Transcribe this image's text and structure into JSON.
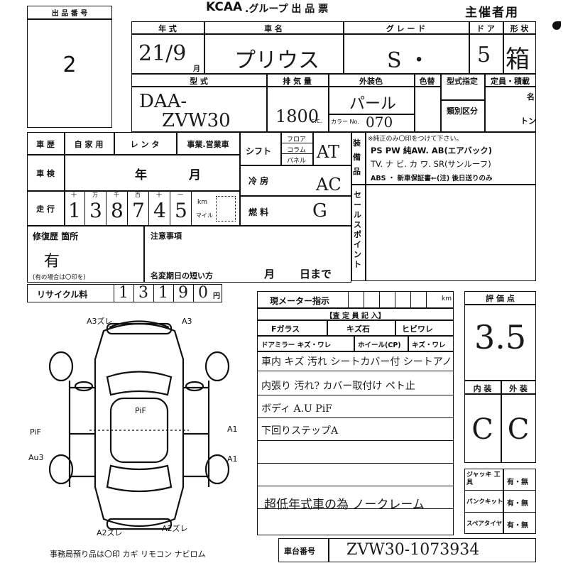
{
  "header": {
    "logo": "KCAA",
    "title": ".グループ 出 品 票",
    "host": "主催者用"
  },
  "lot": {
    "label": "出 品 番 号",
    "number": "2"
  },
  "columns": {
    "year": "年 式",
    "car_name": "車 名",
    "grade": "グ レ ー ド",
    "doors": "ド ア",
    "shape": "形 状"
  },
  "vehicle": {
    "year_value": "21/9",
    "year_suffix": "月",
    "car_name_value": "プリウス",
    "grade_value": "S ・",
    "doors_value": "5",
    "shape_value": "箱"
  },
  "row2": {
    "model_label": "型 式",
    "model_value_1": "DAA-",
    "model_value_2": "ZVW30",
    "displacement_label": "排 気 量",
    "displacement_value": "1800",
    "displacement_unit": "c.c.",
    "color_label": "外装色",
    "color_value": "パール",
    "colorno_label": "色替",
    "color_code_label": "カラー No.",
    "color_code_value": "070",
    "type_designation": "型式指定",
    "category": "類別区分",
    "capacity_label": "定員・積載",
    "capacity_unit1": "名",
    "capacity_unit2": "トン"
  },
  "history": {
    "label": "車 歴",
    "option1": "自 家 用",
    "option2": "レ ン タ",
    "option3": "事業.営業車",
    "inspection_label": "車 検",
    "inspection_year": "年",
    "inspection_month": "月",
    "mileage_label": "走 行",
    "digit_labels": [
      "十",
      "万",
      "千",
      "百",
      "十",
      "一"
    ],
    "digits": [
      "1",
      "3",
      "8",
      "7",
      "4",
      "5"
    ],
    "unit_km": "km",
    "unit_mile": "マイル"
  },
  "shift": {
    "label": "シフト",
    "floor": "フロア",
    "column": "コラム",
    "panel": "パネル",
    "value": "AT"
  },
  "aircon": {
    "label": "冷 房",
    "value": "AC"
  },
  "fuel": {
    "label": "燃 料",
    "value": "G"
  },
  "equipment": {
    "side_label": "装 備 品",
    "note": "※純正のみ〇印をつけて下さい。",
    "line1": "PS PW 純AW. AB(エアバック)",
    "line2": "TV. ナ ビ. カ ワ. SR(サンルーフ)",
    "line3": "ABS ・ 新車保証書←(注) 後日送りのみ"
  },
  "sales_point": {
    "label": "セールスポイント"
  },
  "repair": {
    "label": "修復歴 箇所",
    "value": "有",
    "note": "(有の場合は〇印を)"
  },
  "notes": {
    "label": "注意事項",
    "transfer": "名変期日の短い方",
    "month": "月",
    "day": "日まで"
  },
  "recycle": {
    "label": "リサイクル料",
    "digits": [
      "1",
      "3",
      "1",
      "9",
      "0"
    ],
    "unit": "円"
  },
  "meter": {
    "label": "現メーター指示",
    "unit": "km"
  },
  "inspection_notes": {
    "header": "【査 定 員 記 入】",
    "glass": "Fガラス",
    "chip": "キズ石",
    "crack": "ヒビワレ",
    "door_mirror": "ドアミラー キズ・ワレ",
    "wheel": "ホイール(CP)",
    "wheel_damage": "キズ・ワレ",
    "lines": [
      "車内 キズ 汚れ シートカバー付 シートアノ",
      "内張り 汚れ? カバー取付け ペト止",
      "ボディ A.U PiF",
      "下回りステップA"
    ],
    "footer": "超低年式車の為 ノークレーム"
  },
  "score": {
    "label": "評 価 点",
    "value": "3.5",
    "interior_label": "内 装",
    "exterior_label": "外 装",
    "interior_value": "C",
    "exterior_value": "C"
  },
  "accessories": [
    {
      "name": "ジャッキ 工 具",
      "value": "有・無"
    },
    {
      "name": "パンクキット",
      "value": "有・無"
    },
    {
      "name": "スペアタイヤ",
      "value": "有・無"
    }
  ],
  "chassis": {
    "label": "車台番号",
    "value": "ZVW30-1073934"
  },
  "diagram": {
    "annotations": [
      "A3ズレ",
      "A3",
      "PiF",
      "A1",
      "A1",
      "PiF",
      "Au3",
      "A2ズレ",
      "A2ズレ"
    ]
  },
  "footer": "事務局預り品は〇印 カギ リモコン ナビロム"
}
